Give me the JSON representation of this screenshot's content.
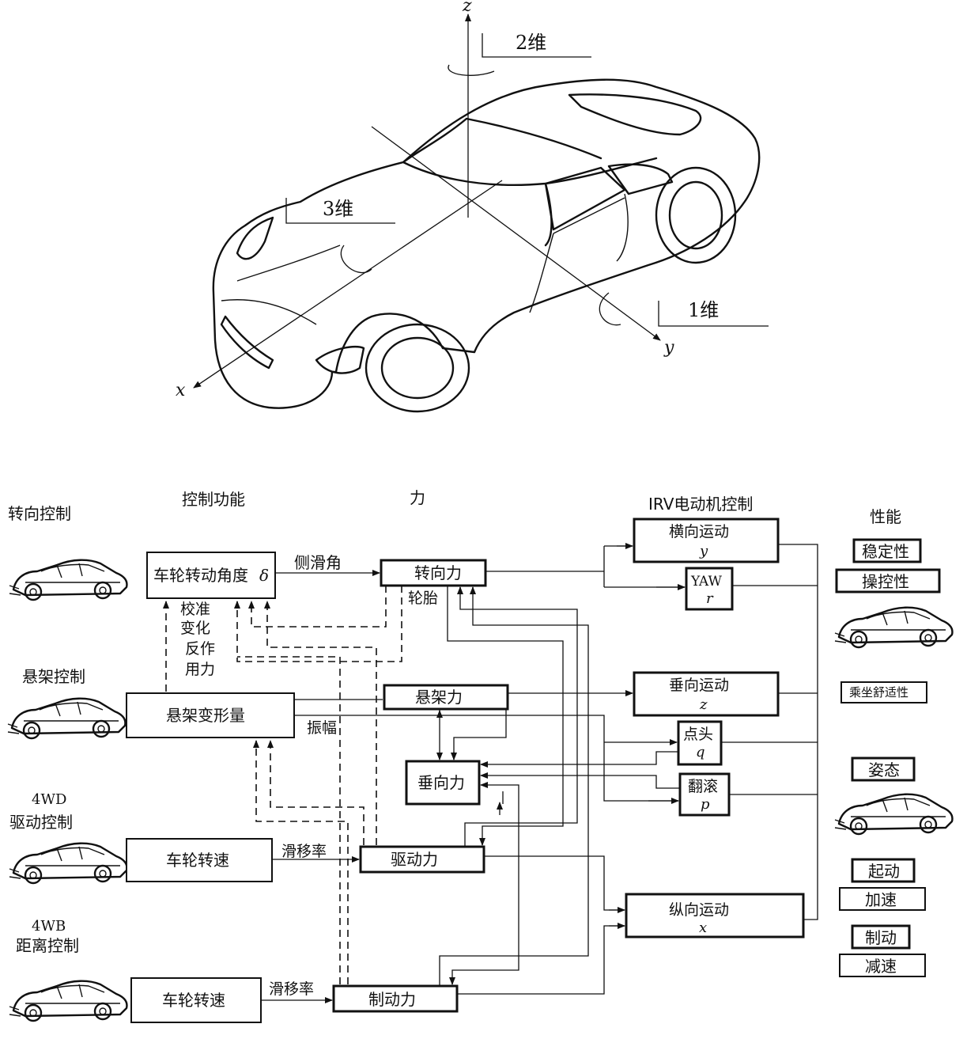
{
  "car_figure": {
    "axis_x": "x",
    "axis_y": "y",
    "axis_z": "z",
    "dim1": "1维",
    "dim2": "2维",
    "dim3": "3维"
  },
  "columns": {
    "steering": "转向控制",
    "control_function": "控制功能",
    "force": "力",
    "irv_motor": "IRV电动机控制",
    "performance": "性能"
  },
  "left_labels": {
    "suspension": "悬架控制",
    "wd4_line1": "4WD",
    "wd4_line2": "驱动控制",
    "wb4_line1": "4WB",
    "wb4_line2": "距离控制"
  },
  "boxes": {
    "wheel_angle": "车轮转动角度",
    "wheel_angle_symbol": "δ",
    "susp_deform": "悬架变形量",
    "wheel_speed_1": "车轮转速",
    "wheel_speed_2": "车轮转速",
    "steer_force": "转向力",
    "susp_force": "悬架力",
    "vert_force": "垂向力",
    "drive_force": "驱动力",
    "brake_force": "制动力",
    "lateral": "横向运动",
    "lateral_sym": "y",
    "yaw": "YAW",
    "yaw_sym": "r",
    "vertical": "垂向运动",
    "vertical_sym": "z",
    "pitch": "点头",
    "pitch_sym": "q",
    "roll": "翻滚",
    "roll_sym": "p",
    "longitudinal": "纵向运动",
    "longitudinal_sym": "x"
  },
  "edge_labels": {
    "slip_angle": "侧滑角",
    "tire": "轮胎",
    "calib1": "校准",
    "calib2": "变化",
    "calib3": "反作",
    "calib4": "用力",
    "amplitude": "振幅",
    "slip_rate_1": "滑移率",
    "slip_rate_2": "滑移率"
  },
  "performance": {
    "stability": "稳定性",
    "handling": "操控性",
    "comfort": "乘坐舒适性",
    "attitude": "姿态",
    "start": "起动",
    "accel": "加速",
    "brake": "制动",
    "decel": "减速"
  }
}
